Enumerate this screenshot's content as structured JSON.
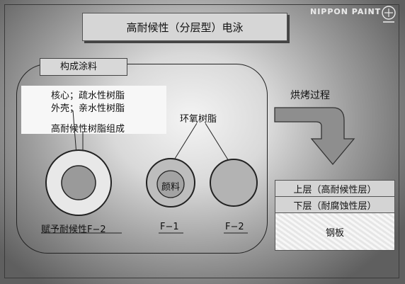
{
  "title": "高耐候性（分层型）电泳",
  "logo_text": "NIPPON PAINT",
  "composition": {
    "label": "构成涂料",
    "note_core": "核心；疏水性树脂",
    "note_shell": "外壳；亲水性树脂",
    "note_resin": "高耐候性树脂组成",
    "epoxy": "环氧树脂",
    "pigment": "颜料",
    "items": [
      {
        "label": "赋予耐候性F−2"
      },
      {
        "label": "F−1"
      },
      {
        "label": "F−2"
      }
    ]
  },
  "process": {
    "baking_label": "烘烤过程",
    "upper_layer": "上层（高耐候性层）",
    "lower_layer": "下层（耐腐蚀性层）",
    "steel": "钢板"
  },
  "colors": {
    "ring_light": "#e9e9e9",
    "core": "#9a9a9a",
    "arrow": "#8e8e8e"
  }
}
